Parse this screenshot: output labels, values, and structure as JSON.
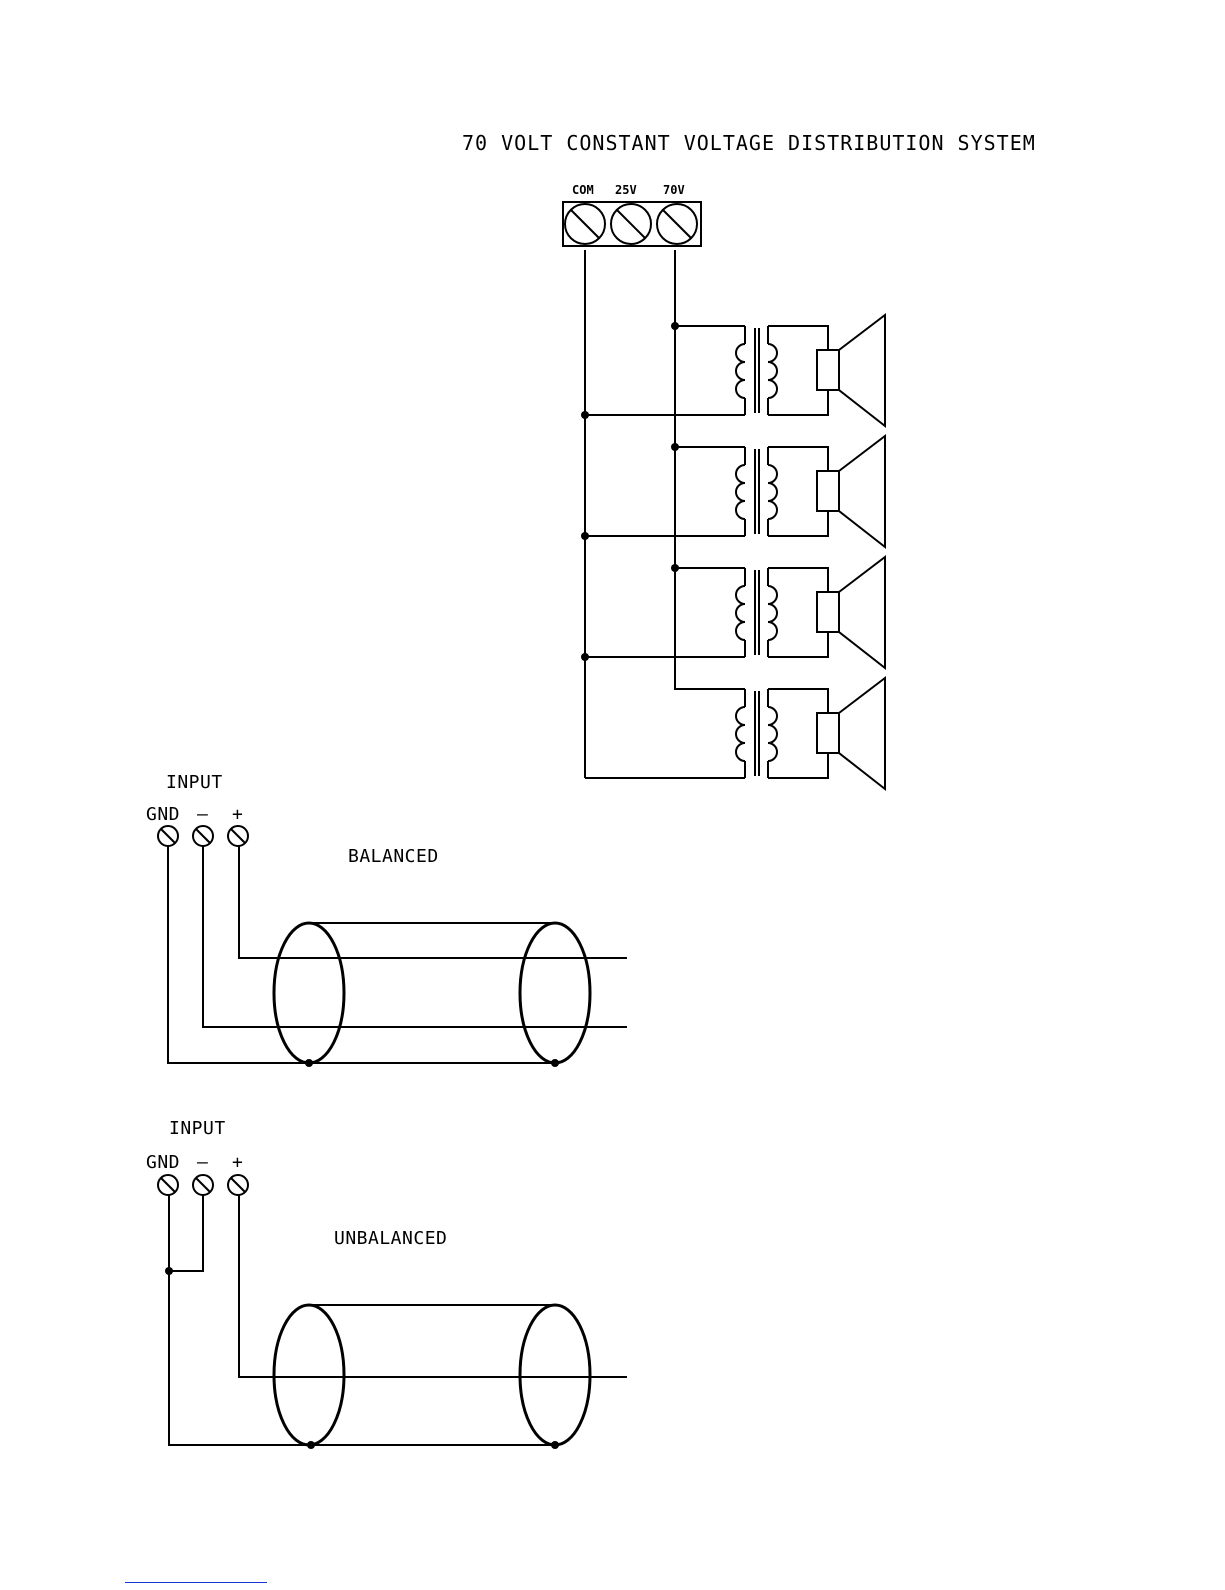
{
  "title": "70 VOLT CONSTANT VOLTAGE DISTRIBUTION SYSTEM",
  "output_terminals": [
    "COM",
    "25V",
    "70V"
  ],
  "speaker_count": 4,
  "balanced": {
    "input_label": "INPUT",
    "terminals": [
      "GND",
      "–",
      "+"
    ],
    "label": "BALANCED"
  },
  "unbalanced": {
    "input_label": "INPUT",
    "terminals": [
      "GND",
      "–",
      "+"
    ],
    "label": "UNBALANCED"
  },
  "colors": {
    "ink": "#000000",
    "link_underline": "#1a35d6"
  }
}
